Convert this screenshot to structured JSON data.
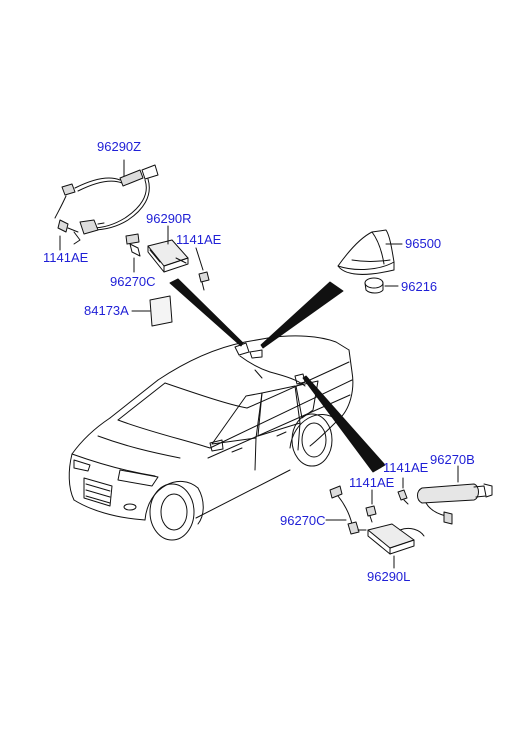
{
  "labels": {
    "p96290Z": "96290Z",
    "p96290R": "96290R",
    "p1141AE_top": "1141AE",
    "p1141AE_left": "1141AE",
    "p96270C_upper": "96270C",
    "p84173A": "84173A",
    "p96500": "96500",
    "p96216": "96216",
    "p1141AE_right": "1141AE",
    "p96270B": "96270B",
    "p1141AE_lower": "1141AE",
    "p96270C_lower": "96270C",
    "p96290L": "96290L"
  },
  "colors": {
    "label": "#1f1fd6",
    "line": "#111111",
    "part_fill": "#dcdcdc"
  }
}
